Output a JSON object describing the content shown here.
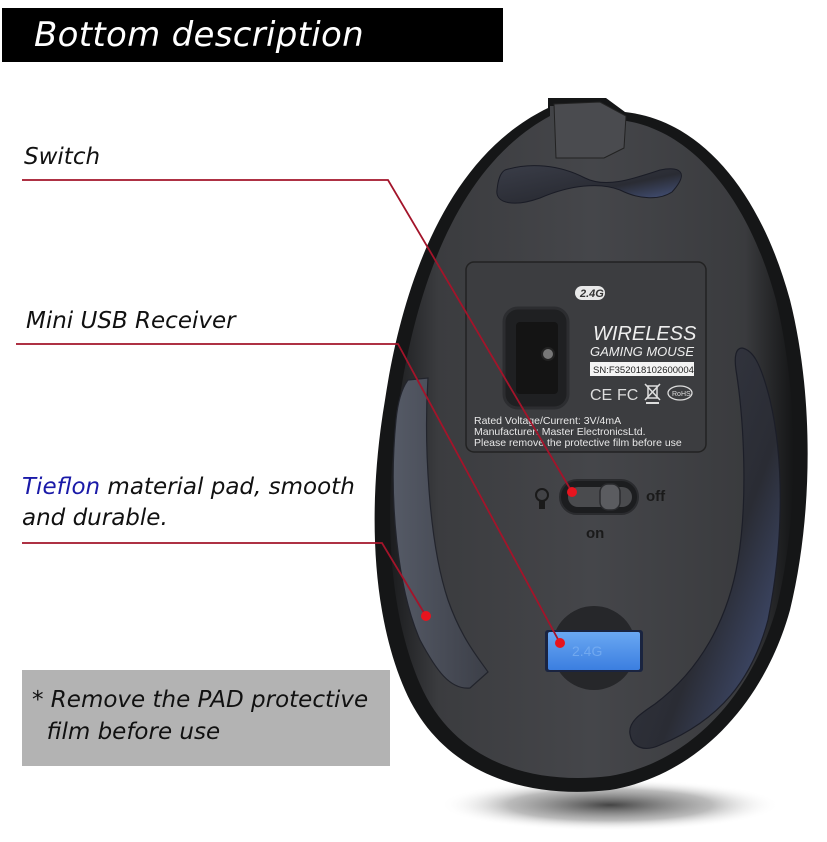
{
  "header": {
    "title": "Bottom description"
  },
  "callouts": [
    {
      "id": "switch",
      "label": "Switch"
    },
    {
      "id": "receiver",
      "label": "Mini USB Receiver"
    },
    {
      "id": "pad",
      "label_accent": "Tieflon",
      "label_rest": " material pad, smooth",
      "label_line2": "and durable."
    }
  ],
  "note": {
    "line1": "* Remove the PAD protective",
    "line2": "  film before use"
  },
  "device_label": {
    "badge": "2.4G",
    "brand_line1": "WIRELESS",
    "brand_line2": "GAMING MOUSE",
    "serial": "SN:F352018102600004",
    "certs": [
      "CE",
      "FC",
      "WEEE",
      "RoHS"
    ],
    "spec_line1": "Rated Voltage/Current: 3V/4mA",
    "spec_line2": "Manufacturer: Master ElectronicsLtd.",
    "spec_line3": "Please remove the protective film before use"
  },
  "switch": {
    "on_label": "on",
    "off_label": "off",
    "state": "on"
  },
  "receiver": {
    "engraving": "2.4G"
  },
  "colors": {
    "leader_line": "#a3142a",
    "accent_text": "#1a1aa8",
    "receiver_blue": "#4a90e8",
    "note_bg": "#b3b3b3",
    "body_dark": "#2c2d30"
  }
}
